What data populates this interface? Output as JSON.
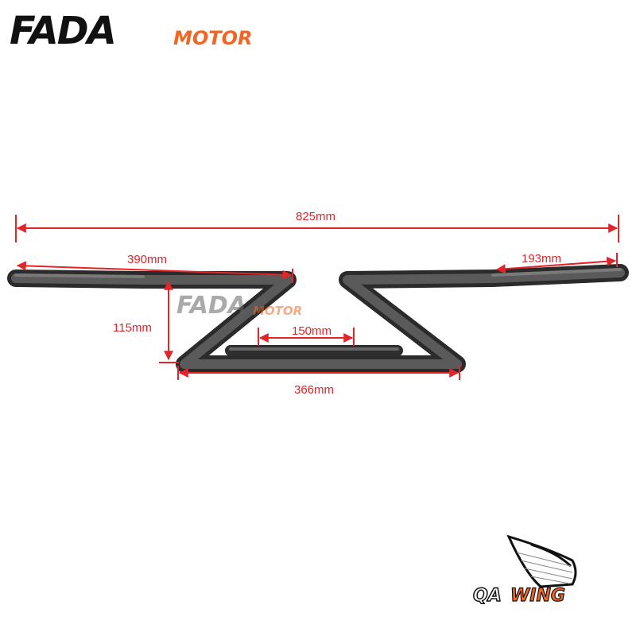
{
  "brand": {
    "name": "FADA",
    "suffix": "MOTOR",
    "watermark": "FADAMOTOR"
  },
  "badge": {
    "prefix": "QA",
    "name": "WING"
  },
  "dimensions": {
    "overall_width": "825mm",
    "left_half": "390mm",
    "grip_length": "193mm",
    "rise": "115mm",
    "center_width": "150mm",
    "bottom_width": "366mm"
  },
  "colors": {
    "dimension": "#e3242b",
    "brand_orange": "#f26522",
    "bar": "#3a3a3a"
  }
}
